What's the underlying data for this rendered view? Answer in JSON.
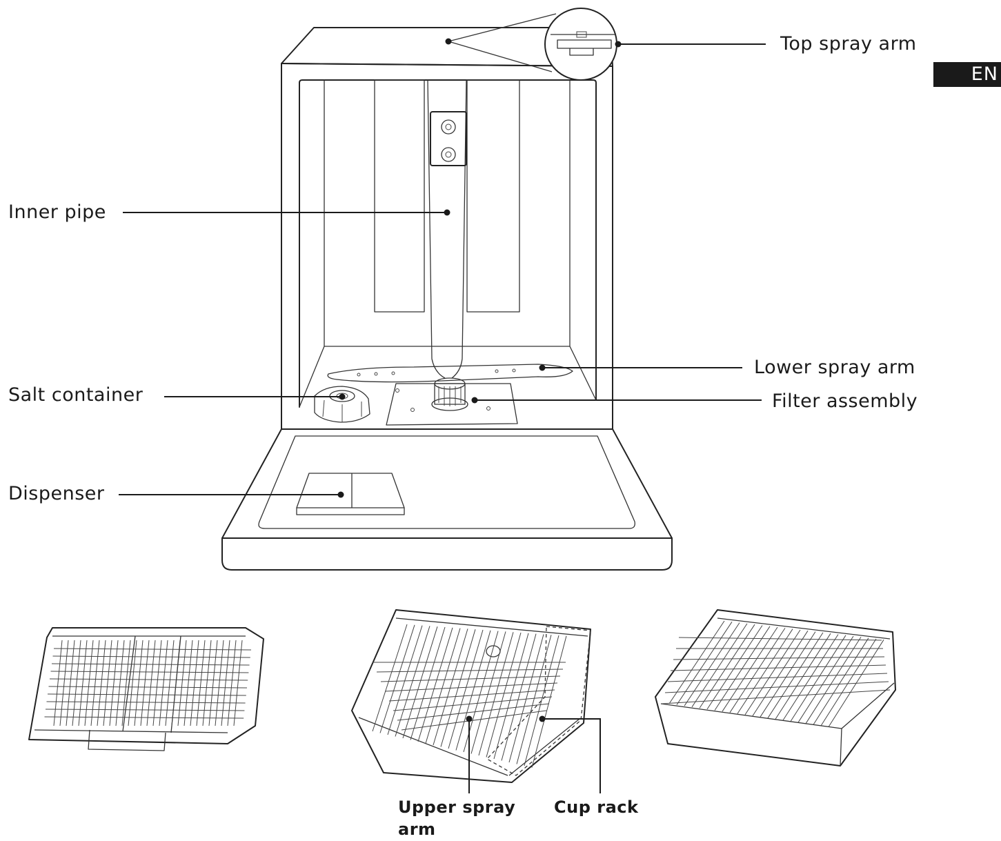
{
  "language_tab": "EN",
  "labels": {
    "top_spray_arm": "Top spray arm",
    "inner_pipe": "Inner pipe",
    "lower_spray_arm": "Lower spray arm",
    "salt_container": "Salt container",
    "filter_assembly": "Filter assembly",
    "dispenser": "Dispenser",
    "upper_spray_arm_line1": "Upper spray",
    "upper_spray_arm_line2": "arm",
    "cup_rack": "Cup rack"
  }
}
